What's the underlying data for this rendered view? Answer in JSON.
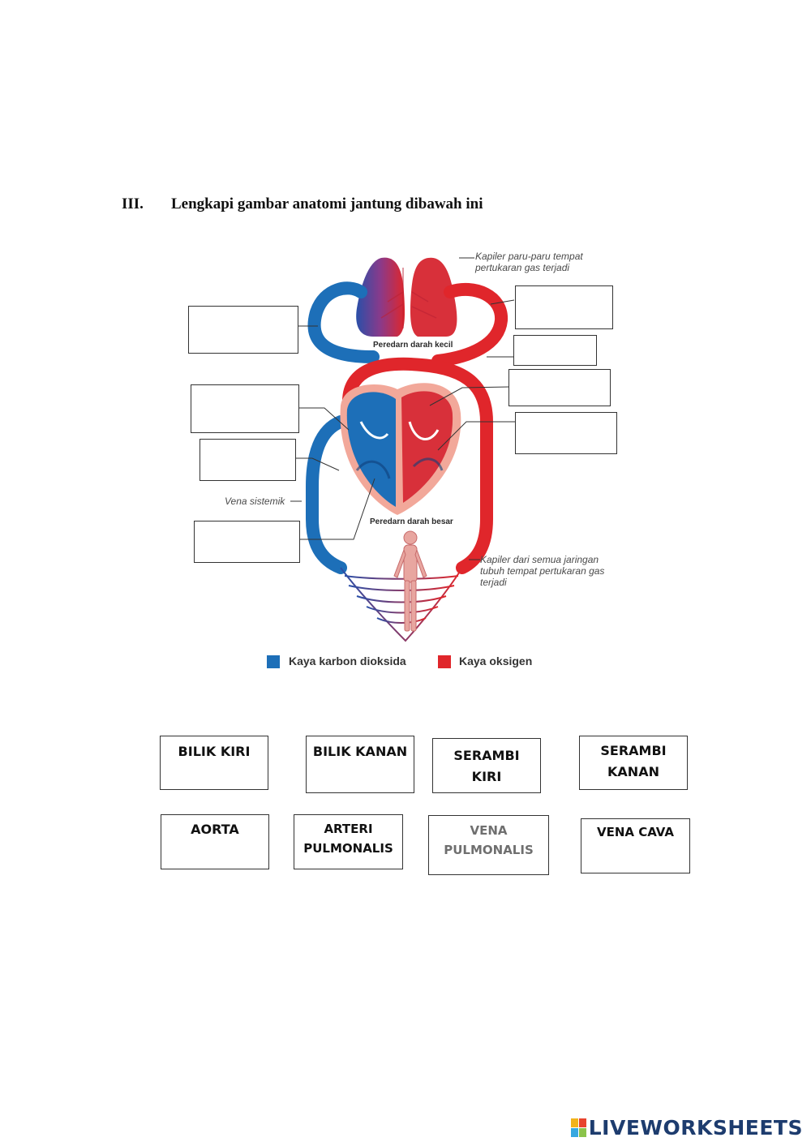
{
  "question": {
    "number": "III.",
    "title": "Lengkapi gambar anatomi jantung dibawah ini"
  },
  "diagram": {
    "annotations": {
      "lung_capillary": "Kapiler paru-paru tempat pertukaran gas terjadi",
      "systemic_vein": "Vena sistemik",
      "body_capillary": "Kapiler dari semua jaringan tubuh tempat pertukaran gas terjadi",
      "small_circulation": "Peredarn darah kecil",
      "large_circulation": "Peredarn darah besar"
    },
    "legend": [
      {
        "label": "Kaya karbon dioksida",
        "color": "#1d6fb8"
      },
      {
        "label": "Kaya oksigen",
        "color": "#e0262b"
      }
    ]
  },
  "word_bank": [
    {
      "line1": "BILIK KIRI",
      "line2": ""
    },
    {
      "line1": "BILIK KANAN",
      "line2": ""
    },
    {
      "line1": "SERAMBI",
      "line2": "KIRI"
    },
    {
      "line1": "SERAMBI",
      "line2": "KANAN"
    },
    {
      "line1": "AORTA",
      "line2": ""
    },
    {
      "line1": "ARTERI",
      "line2": "PULMONALIS"
    },
    {
      "line1": "VENA",
      "line2": "PULMONALIS"
    },
    {
      "line1": "VENA CAVA",
      "line2": ""
    }
  ],
  "brand": {
    "name": "LIVEWORKSHEETS"
  },
  "colors": {
    "blue": "#1d6fb8",
    "red": "#e0262b"
  }
}
